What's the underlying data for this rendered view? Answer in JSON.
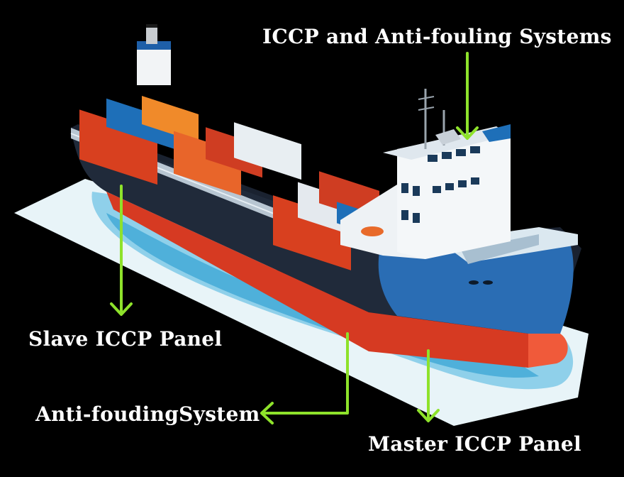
{
  "labels": {
    "top": "ICCP and Anti-fouling Systems",
    "slave": "Slave ICCP Panel",
    "anti": "Anti-foudingSystem",
    "master": "Master ICCP Panel"
  },
  "colors": {
    "background": "#000000",
    "arrow": "#8ee22b",
    "hull_upper": "#1a2230",
    "hull_red": "#d63a22",
    "hull_blue": "#2a6db4",
    "water": "#8fd0ea",
    "label_text": "#ffffff"
  }
}
